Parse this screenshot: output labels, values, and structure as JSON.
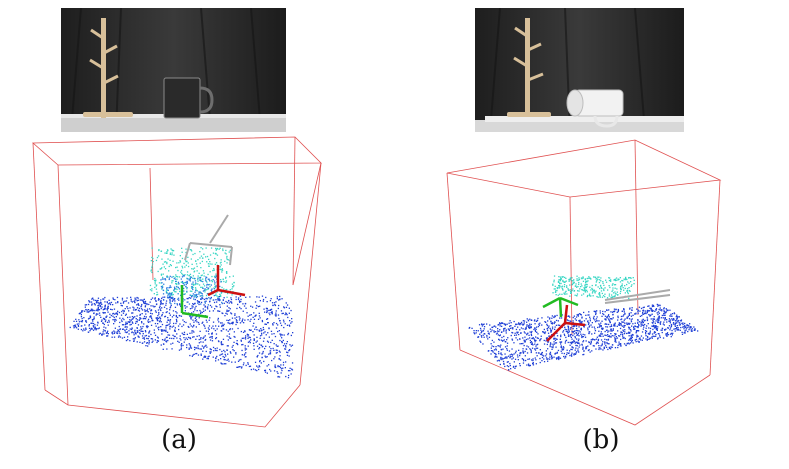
{
  "figure": {
    "panels": [
      {
        "id": "a",
        "caption": "(a)",
        "photo": {
          "objects": [
            "mug-tree-stand",
            "black-mug-upright"
          ]
        },
        "pointcloud": {
          "object_color": "#39d6c4",
          "table_color": "#1f3fd6",
          "bbox_color": "#e05050"
        }
      },
      {
        "id": "b",
        "caption": "(b)",
        "photo": {
          "objects": [
            "mug-tree-stand",
            "white-mug-on-side"
          ]
        },
        "pointcloud": {
          "object_color": "#39d6c4",
          "table_color": "#1f3fd6",
          "bbox_color": "#e05050"
        }
      }
    ],
    "axis_colors": {
      "x": "#cc1111",
      "y": "#22bb22",
      "gripper": "#aaaaaa"
    }
  }
}
